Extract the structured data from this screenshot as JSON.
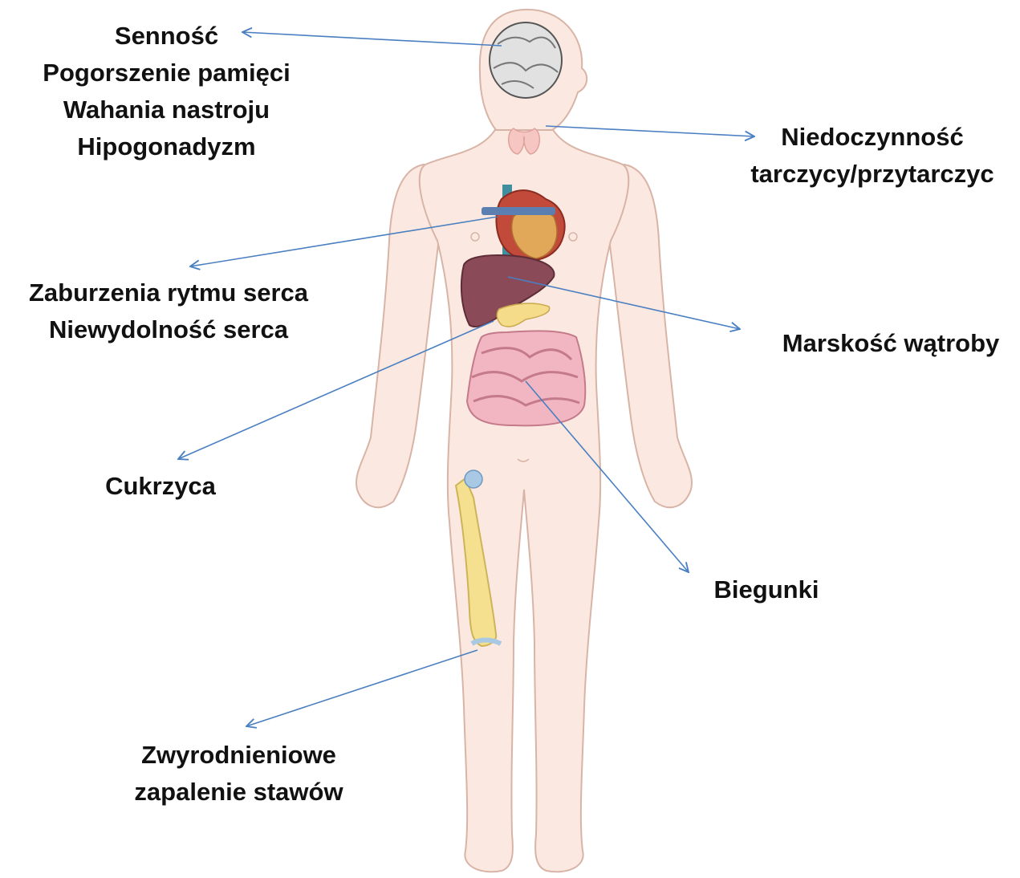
{
  "colors": {
    "skin": "#fbe9e1",
    "skin_outline": "#d8b4a6",
    "brain": "#e1e1e1",
    "heart": "#c24a3a",
    "liver": "#8b4a57",
    "pancreas": "#f4dc8a",
    "intestine": "#f2b6c2",
    "bone": "#f4e08e",
    "joint": "#a8c8e4",
    "arrow": "#4a7fc1",
    "text": "#111111"
  },
  "labels": {
    "brain": [
      "Senność",
      "Pogorszenie pamięci",
      "Wahania nastroju",
      "Hipogonadyzm"
    ],
    "thyroid": [
      "Niedoczynność",
      "tarczycy/przytarczyc"
    ],
    "heart": [
      "Zaburzenia rytmu serca",
      "Niewydolność serca"
    ],
    "liver": [
      "Marskość wątroby"
    ],
    "pancreas": [
      "Cukrzyca"
    ],
    "intestine": [
      "Biegunki"
    ],
    "joint": [
      "Zwyrodnieniowe",
      "zapalenie stawów"
    ]
  }
}
